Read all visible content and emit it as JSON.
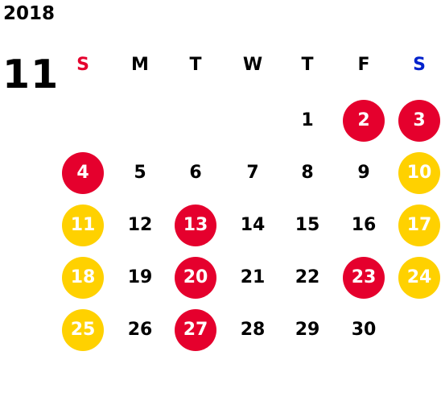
{
  "year": "2018",
  "month": "11",
  "weekdays": [
    {
      "label": "S",
      "color": "#e5002d"
    },
    {
      "label": "M",
      "color": "#000000"
    },
    {
      "label": "T",
      "color": "#000000"
    },
    {
      "label": "W",
      "color": "#000000"
    },
    {
      "label": "T",
      "color": "#000000"
    },
    {
      "label": "F",
      "color": "#000000"
    },
    {
      "label": "S",
      "color": "#0022cc"
    }
  ],
  "colors": {
    "holiday": "#e5002d",
    "weekend": "#ffd100",
    "text": "#000000"
  },
  "days": [
    {
      "day": "1",
      "style": "plain"
    },
    {
      "day": "2",
      "style": "red"
    },
    {
      "day": "3",
      "style": "red"
    },
    {
      "day": "4",
      "style": "red"
    },
    {
      "day": "5",
      "style": "plain"
    },
    {
      "day": "6",
      "style": "plain"
    },
    {
      "day": "7",
      "style": "plain"
    },
    {
      "day": "8",
      "style": "plain"
    },
    {
      "day": "9",
      "style": "plain"
    },
    {
      "day": "10",
      "style": "yellow"
    },
    {
      "day": "11",
      "style": "yellow"
    },
    {
      "day": "12",
      "style": "plain"
    },
    {
      "day": "13",
      "style": "red"
    },
    {
      "day": "14",
      "style": "plain"
    },
    {
      "day": "15",
      "style": "plain"
    },
    {
      "day": "16",
      "style": "plain"
    },
    {
      "day": "17",
      "style": "yellow"
    },
    {
      "day": "18",
      "style": "yellow"
    },
    {
      "day": "19",
      "style": "plain"
    },
    {
      "day": "20",
      "style": "red"
    },
    {
      "day": "21",
      "style": "plain"
    },
    {
      "day": "22",
      "style": "plain"
    },
    {
      "day": "23",
      "style": "red"
    },
    {
      "day": "24",
      "style": "yellow"
    },
    {
      "day": "25",
      "style": "yellow"
    },
    {
      "day": "26",
      "style": "plain"
    },
    {
      "day": "27",
      "style": "red"
    },
    {
      "day": "28",
      "style": "plain"
    },
    {
      "day": "29",
      "style": "plain"
    },
    {
      "day": "30",
      "style": "plain"
    }
  ]
}
